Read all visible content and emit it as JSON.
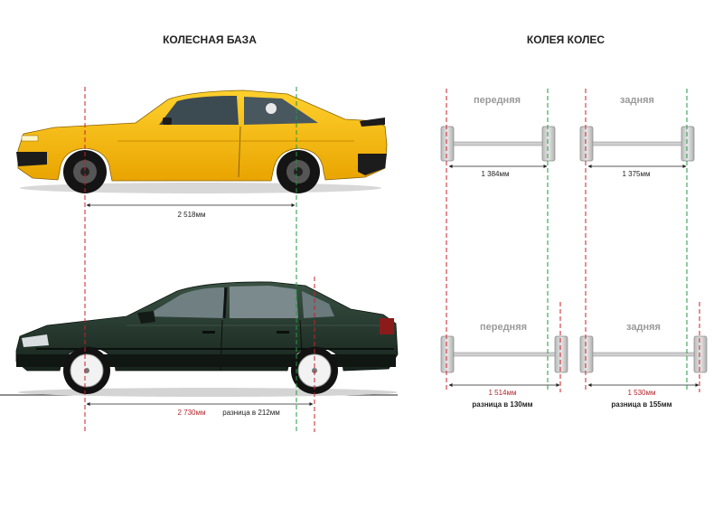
{
  "headings": {
    "wheelbase": "КОЛЕСНАЯ БАЗА",
    "track": "КОЛЕЯ КОЛЕС"
  },
  "wheelbase": {
    "top_value": "2 518мм",
    "bottom_value": "2 730мм",
    "bottom_diff": "разница в 212мм"
  },
  "track": {
    "top_front_label": "передняя",
    "top_rear_label": "задняя",
    "top_front_value": "1 384мм",
    "top_rear_value": "1 375мм",
    "bottom_front_label": "передняя",
    "bottom_rear_label": "задняя",
    "bottom_front_value": "1 514мм",
    "bottom_rear_value": "1 530мм",
    "bottom_front_diff": "разница в 130мм",
    "bottom_rear_diff": "разница в 155мм"
  },
  "colors": {
    "red_guide": "#c8202a",
    "green_guide": "#1f9a3c",
    "yellow_car": "#f6b90a",
    "green_car": "#26382e",
    "dim_red_text": "#b3262d"
  }
}
